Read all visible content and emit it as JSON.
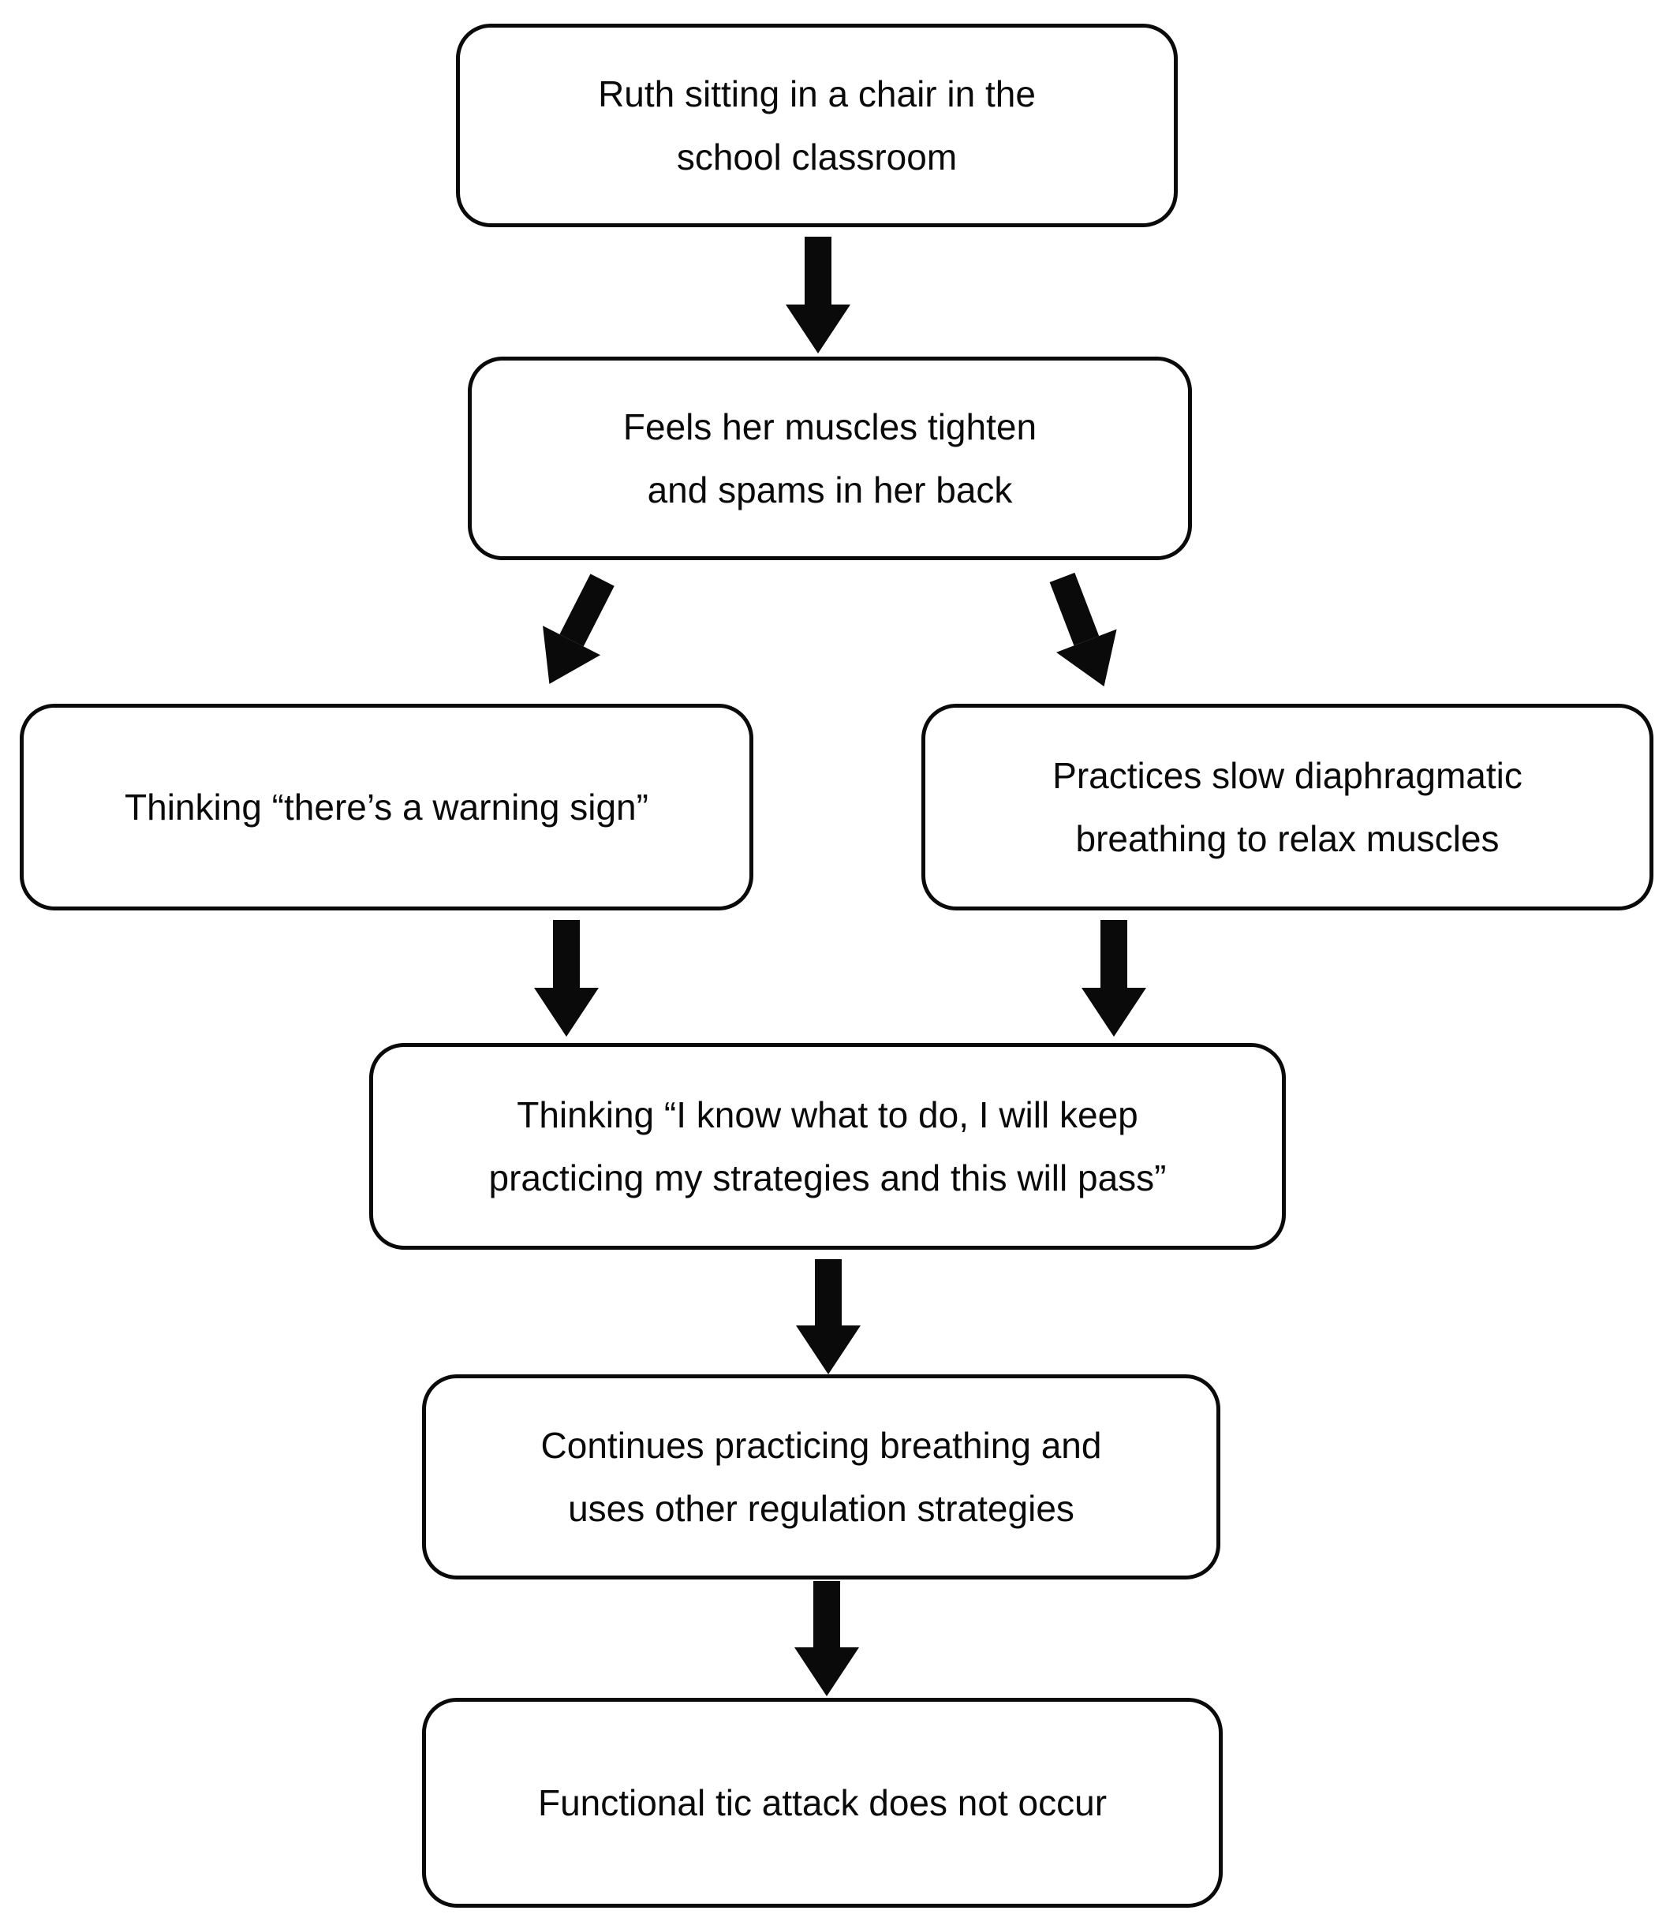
{
  "page": {
    "background_color": "#ffffff",
    "ink_color": "#0a0a0a"
  },
  "flowchart": {
    "box1": {
      "lines": [
        "Ruth sitting in a chair in the",
        "school classroom"
      ]
    },
    "box2": {
      "lines": [
        "Feels her muscles tighten",
        "and spams in her back"
      ]
    },
    "box3": {
      "lines": [
        "Thinking “there’s a warning sign”"
      ]
    },
    "box4": {
      "lines": [
        "Practices slow diaphragmatic",
        "breathing to relax muscles"
      ]
    },
    "box5": {
      "lines": [
        "Thinking “I know what to do, I will keep",
        "practicing my strategies and this will pass”"
      ]
    },
    "box6": {
      "lines": [
        "Continues practicing breathing and",
        "uses other regulation strategies"
      ]
    },
    "box7": {
      "lines": [
        "Functional tic attack does not occur"
      ]
    },
    "edges": [
      {
        "from": "box1",
        "to": "box2",
        "style": "straight-down"
      },
      {
        "from": "box2",
        "to": "box3",
        "style": "diagonal-down-left"
      },
      {
        "from": "box2",
        "to": "box4",
        "style": "diagonal-down-right"
      },
      {
        "from": "box3",
        "to": "box5",
        "style": "straight-down"
      },
      {
        "from": "box4",
        "to": "box5",
        "style": "straight-down"
      },
      {
        "from": "box5",
        "to": "box6",
        "style": "straight-down"
      },
      {
        "from": "box6",
        "to": "box7",
        "style": "straight-down"
      }
    ]
  }
}
